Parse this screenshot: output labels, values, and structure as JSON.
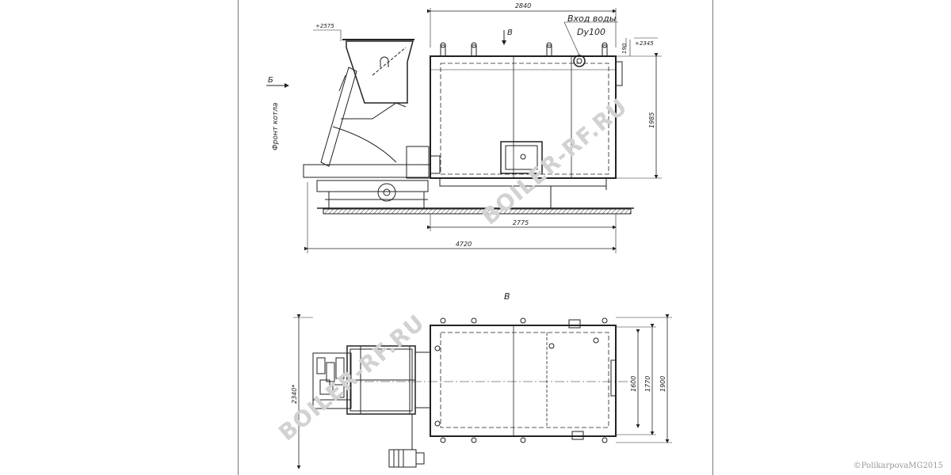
{
  "labels": {
    "dim_2840": "2840",
    "water_inlet_line1": "Вход воды",
    "water_inlet_line2": "Dy100",
    "view_b_arrow": "В",
    "elev_2575": "+2575",
    "elev_2345": "+2345",
    "dim_190": "190",
    "dim_1985": "1985",
    "view_b_side": "Б",
    "boiler_front": "Фронт котла",
    "dim_2775": "2775",
    "dim_4720": "4720",
    "view_b_title": "В",
    "dim_1600": "1600",
    "dim_1770": "1770",
    "dim_1900": "1900",
    "dim_2340": "2340*"
  },
  "watermark": "BOILER-RF.RU",
  "copyright": "©PolikarpovaMG2015",
  "colors": {
    "line": "#222222",
    "watermark": "#d2d2d2",
    "frame": "#777777"
  }
}
